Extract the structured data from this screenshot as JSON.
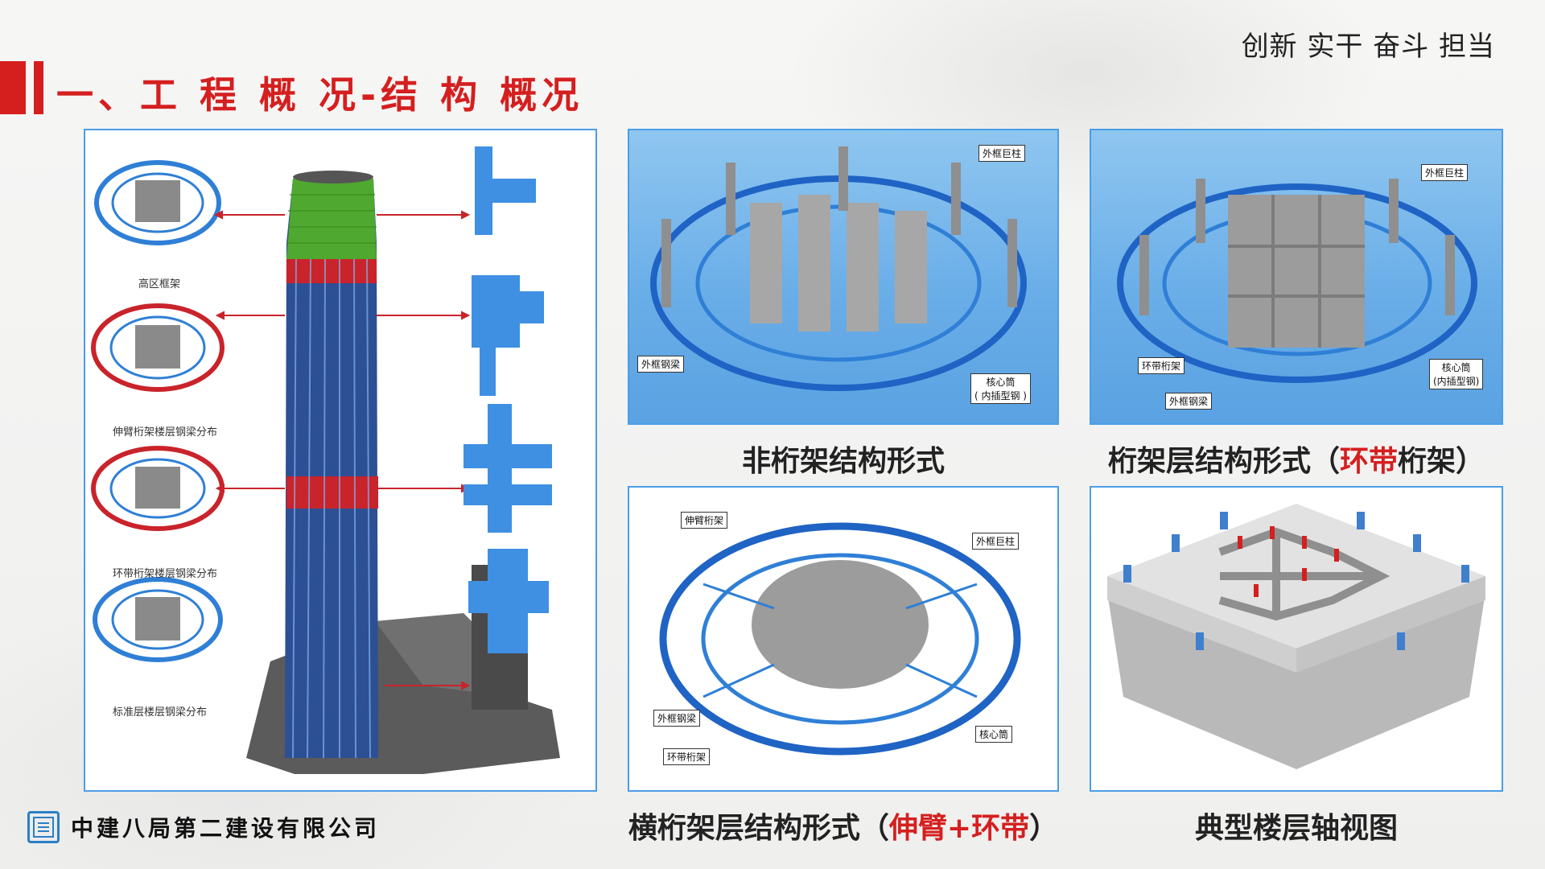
{
  "header": {
    "slogan": "创新 实干 奋斗 担当",
    "title": "一、工 程 概 况-结 构 概况"
  },
  "left_panel": {
    "labels": [
      "高区框架",
      "伸臂桁架楼层钢梁分布",
      "环带桁架楼层钢梁分布",
      "标准层楼层钢梁分布"
    ]
  },
  "panels": {
    "p1": {
      "caption": "非桁架结构形式",
      "tags": [
        "外框巨柱",
        "外框钢梁",
        "核心筒",
        "( 内插型钢 )"
      ]
    },
    "p2": {
      "caption_pre": "桁架层结构形式（",
      "caption_red": "环带",
      "caption_post": "桁架）",
      "tags": [
        "外框巨柱",
        "环带桁架",
        "外框钢梁",
        "核心筒",
        "(内插型钢)"
      ]
    },
    "p3": {
      "caption_pre": "横桁架层结构形式（",
      "caption_red": "伸臂+环带",
      "caption_post": "）",
      "tags": [
        "伸臂桁架",
        "外框巨柱",
        "外框钢梁",
        "环带桁架",
        "核心筒"
      ]
    },
    "p4": {
      "caption": "典型楼层轴视图"
    }
  },
  "footer": {
    "company": "中建八局第二建设有限公司",
    "logo_icon": "cscec-logo-icon"
  },
  "colors": {
    "accent_red": "#d51f1f",
    "panel_border": "#4b9ee6",
    "steel_blue": "#2f7fd6"
  }
}
